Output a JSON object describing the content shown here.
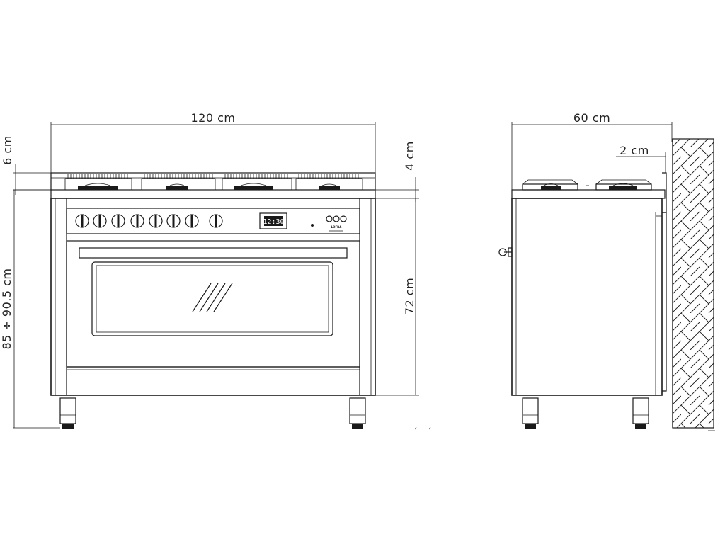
{
  "dimensions": {
    "front_width": "120 cm",
    "top_thickness": "6 cm",
    "hob_height": "4 cm",
    "overall_height": "85 ÷ 90.5 cm",
    "body_height": "72 cm",
    "side_depth": "60 cm",
    "wall_gap": "2 cm"
  },
  "front_view": {
    "display_text": "12:30",
    "logo_text": "LOFRA"
  }
}
